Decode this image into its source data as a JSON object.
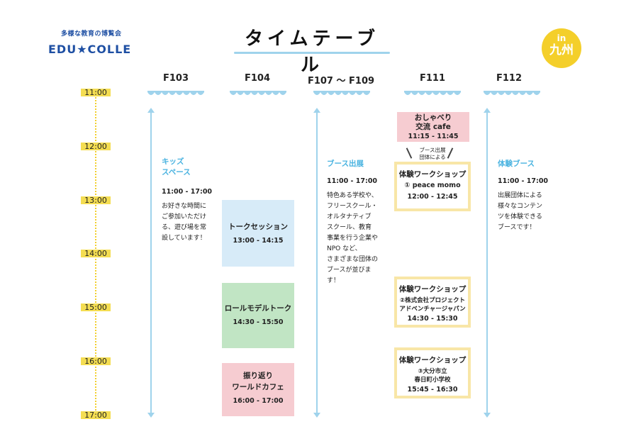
{
  "logo": {
    "subtitle": "多様な教育の博覧会",
    "name": "EDU★COLLE"
  },
  "title": "タイムテーブル",
  "badge": {
    "in": "in",
    "region": "九州"
  },
  "columns": [
    "F103",
    "F104",
    "F107 〜 F109",
    "F111",
    "F112"
  ],
  "times": [
    "11:00",
    "12:00",
    "13:00",
    "14:00",
    "15:00",
    "16:00",
    "17:00"
  ],
  "f103": {
    "title_line1": "キッズ",
    "title_line2": "スペース",
    "time": "11:00 - 17:00",
    "desc": [
      "お好きな時間に",
      "ご参加いただけ",
      "る、遊び場を常",
      "設しています！"
    ]
  },
  "f104": {
    "talk": {
      "title": "トークセッション",
      "time": "13:00 - 14:15"
    },
    "rolemodel": {
      "title": "ロールモデルトーク",
      "time": "14:30 - 15:50"
    },
    "cafe": {
      "title_line1": "振り返り",
      "title_line2": "ワールドカフェ",
      "time": "16:00 - 17:00"
    }
  },
  "f107": {
    "title": "ブース出展",
    "time": "11:00 - 17:00",
    "desc": [
      "特色ある学校や、",
      "フリースクール・",
      "オルタナティブ",
      "スクール、教育",
      "事業を行う企業や",
      "NPO など、",
      "さまざまな団体の",
      "ブースが並びま",
      "す！"
    ]
  },
  "f111": {
    "cafe": {
      "title_line1": "おしゃべり",
      "title_line2": "交流 cafe",
      "time": "11:15 - 11:45"
    },
    "note_line1": "ブース出展",
    "note_line2": "団体による",
    "ws1": {
      "title": "体験ワークショップ",
      "sub": "① peace momo",
      "time": "12:00 - 12:45"
    },
    "ws2": {
      "title": "体験ワークショップ",
      "sub_line1": "②株式会社プロジェクト",
      "sub_line2": "アドベンチャージャパン",
      "time": "14:30 - 15:30"
    },
    "ws3": {
      "title": "体験ワークショップ",
      "sub_line1": "③大分市立",
      "sub_line2": "春日町小学校",
      "time": "15:45 - 16:30"
    }
  },
  "f112": {
    "title": "体験ブース",
    "time": "11:00 - 17:00",
    "desc": [
      "出展団体による",
      "様々なコンテン",
      "ツを体験できる",
      "ブースです！"
    ]
  },
  "colors": {
    "accent_blue": "#9fd3ec",
    "time_yellow": "#f4dd52",
    "badge_yellow": "#f4cf2a",
    "brand_blue": "#1e4fa3"
  }
}
